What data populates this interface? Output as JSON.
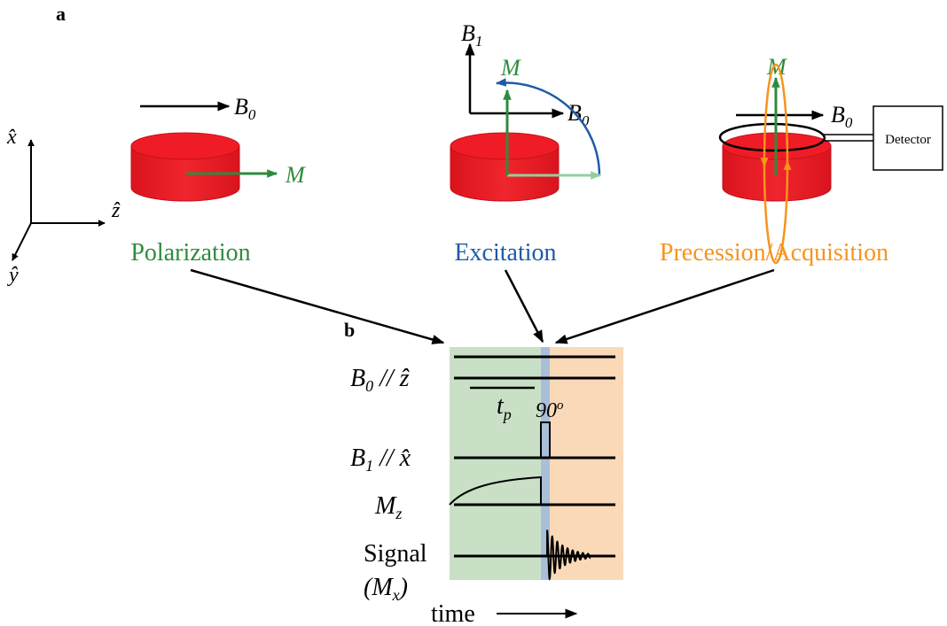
{
  "panel_a": {
    "label": "a",
    "axes": {
      "x_hat": "x̂",
      "z_hat": "ẑ",
      "y_hat": "ŷ"
    },
    "polarization": {
      "field": "B",
      "field_sub": "0",
      "moment": "M",
      "caption": "Polarization"
    },
    "excitation": {
      "b1": "B",
      "b1_sub": "1",
      "field": "B",
      "field_sub": "0",
      "moment": "M",
      "caption": "Excitation"
    },
    "precession": {
      "moment": "M",
      "field": "B",
      "field_sub": "0",
      "detector": "Detector",
      "caption": "Precession/Acquisition"
    }
  },
  "panel_b": {
    "label": "b",
    "rows": {
      "b0": {
        "sym": "B",
        "sub": "0",
        "rel": " // ",
        "dir": "ẑ"
      },
      "b1": {
        "sym": "B",
        "sub": "1",
        "rel": " // ",
        "dir": "x̂"
      },
      "mz": {
        "sym": "M",
        "sub": "z"
      },
      "signal": {
        "line1": "Signal",
        "line2_open": "(M",
        "line2_sub": "x",
        "line2_close": ")"
      }
    },
    "tp": {
      "sym": "t",
      "sub": "p"
    },
    "pulse": {
      "value": "90",
      "sup": "o"
    },
    "time_label": "time"
  },
  "colors": {
    "sample_red": "#ee1c25",
    "polarization_green": "#2e8b3e",
    "excitation_blue": "#1f5aa8",
    "precession_orange": "#f7941d",
    "phase_green_bg": "#c9e0c6",
    "phase_blue_bg": "#a9bfd8",
    "phase_orange_bg": "#fad9b8"
  }
}
